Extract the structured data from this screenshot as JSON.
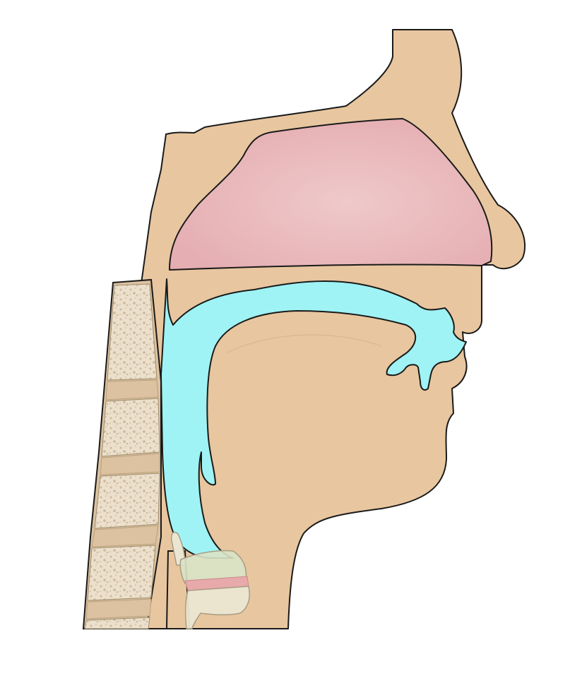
{
  "figure": {
    "type": "anatomical-illustration",
    "view": "midsagittal-head-and-neck",
    "structures": [
      "head-and-neck-tissue",
      "nasal-cavity",
      "oral-cavity-and-pharynx-airway",
      "tongue",
      "cervical-vertebrae",
      "intervertebral-discs",
      "laryngeal-cartilage",
      "trachea"
    ],
    "colors": {
      "background": "#ffffff",
      "tissue": "#e8c69f",
      "outline": "#1a1a1a",
      "nasal_cavity": "#e8b3b6",
      "nasal_cavity_highlight": "#efc9ca",
      "airway": "#9ff3f4",
      "vertebra_bone": "#ece0cc",
      "vertebra_speckle": "#c9b89c",
      "intervertebral_disc": "#dcc2a0",
      "larynx_cartilage": "#ebe6d2",
      "larynx_ring": "#e7a9a9",
      "larynx_tint": "#c9dcc0"
    }
  }
}
